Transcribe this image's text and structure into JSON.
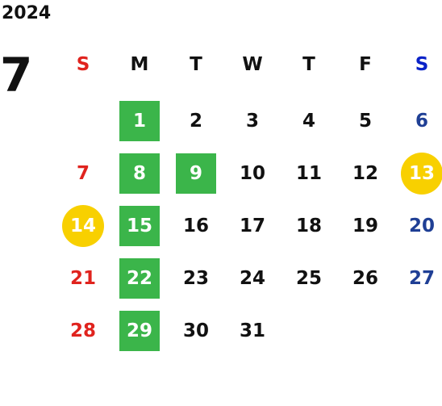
{
  "year": "2024",
  "month": "7",
  "colors": {
    "sunday": "#e0231e",
    "saturday_header": "#0a22c8",
    "saturday": "#1f3f95",
    "weekday": "#111111",
    "green_mark": "#3bb54a",
    "yellow_mark": "#f8d000",
    "marked_text": "#ffffff"
  },
  "weekdays": [
    {
      "label": "S",
      "kind": "sunday"
    },
    {
      "label": "M",
      "kind": "weekday"
    },
    {
      "label": "T",
      "kind": "weekday"
    },
    {
      "label": "W",
      "kind": "weekday"
    },
    {
      "label": "T",
      "kind": "weekday"
    },
    {
      "label": "F",
      "kind": "weekday"
    },
    {
      "label": "S",
      "kind": "saturday_header"
    }
  ],
  "first_weekday_index": 1,
  "days": [
    {
      "label": "1",
      "mark": "green"
    },
    {
      "label": "2"
    },
    {
      "label": "3"
    },
    {
      "label": "4"
    },
    {
      "label": "5"
    },
    {
      "label": "6"
    },
    {
      "label": "7"
    },
    {
      "label": "8",
      "mark": "green"
    },
    {
      "label": "9",
      "mark": "green"
    },
    {
      "label": "10"
    },
    {
      "label": "11"
    },
    {
      "label": "12"
    },
    {
      "label": "13",
      "mark": "yellow"
    },
    {
      "label": "14",
      "mark": "yellow"
    },
    {
      "label": "15",
      "mark": "green"
    },
    {
      "label": "16"
    },
    {
      "label": "17"
    },
    {
      "label": "18"
    },
    {
      "label": "19"
    },
    {
      "label": "20"
    },
    {
      "label": "21"
    },
    {
      "label": "22",
      "mark": "green"
    },
    {
      "label": "23"
    },
    {
      "label": "24"
    },
    {
      "label": "25"
    },
    {
      "label": "26"
    },
    {
      "label": "27"
    },
    {
      "label": "28"
    },
    {
      "label": "29",
      "mark": "green"
    },
    {
      "label": "30"
    },
    {
      "label": "31"
    }
  ]
}
